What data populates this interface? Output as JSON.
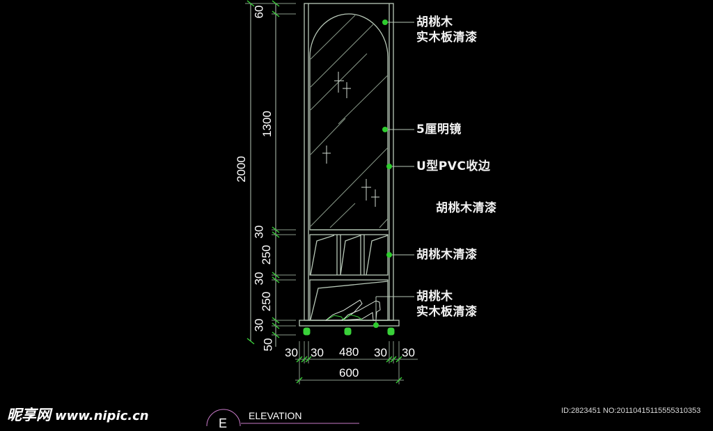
{
  "drawing": {
    "title": "ELEVATION",
    "section_letter": "E",
    "colors": {
      "background": "#000000",
      "line": "#b9c9b9",
      "dimension": "#39d139",
      "leader_dot": "#2ecc2e",
      "callout_line": "#e88ee8"
    }
  },
  "vertical_dimensions": {
    "overall": "2000",
    "segments": [
      "60",
      "1300",
      "30",
      "250",
      "30",
      "250",
      "30",
      "50"
    ]
  },
  "horizontal_dimensions": {
    "segments": [
      "30",
      "30",
      "480",
      "30",
      "30"
    ],
    "overall": "600"
  },
  "annotations": [
    {
      "line1": "胡桃木",
      "line2": "实木板清漆"
    },
    {
      "line1": "5厘明镜"
    },
    {
      "line1": "U型PVC收边"
    },
    {
      "line1": "胡桃木清漆"
    },
    {
      "line1": "胡桃木清漆"
    },
    {
      "line1": "胡桃木",
      "line2": "实木板清漆"
    }
  ],
  "watermark": {
    "brand": "昵享网",
    "url": "www.nipic.cn"
  },
  "id_line": "ID:2823451 NO:20110415115555310353"
}
